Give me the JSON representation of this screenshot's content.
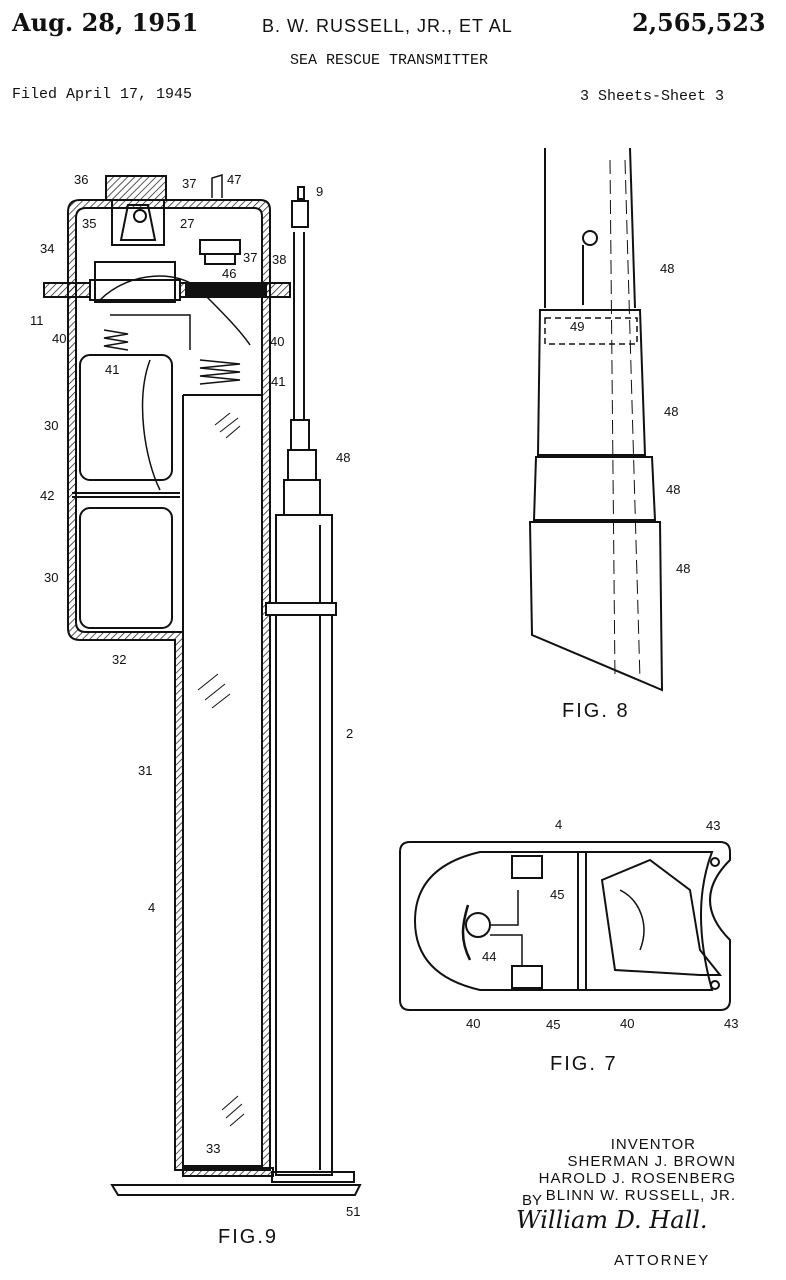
{
  "header": {
    "date": "Aug. 28, 1951",
    "inventors": "B. W. RUSSELL, JR., ET AL",
    "patent_number": "2,565,523",
    "title": "SEA RESCUE TRANSMITTER",
    "filed": "Filed April 17, 1945",
    "sheets": "3 Sheets-Sheet 3"
  },
  "figures": {
    "fig9": {
      "caption": "FIG.9",
      "labels": [
        "36",
        "37",
        "47",
        "9",
        "35",
        "27",
        "34",
        "37",
        "46",
        "38",
        "11",
        "40",
        "40",
        "41",
        "41",
        "30",
        "42",
        "48",
        "30",
        "32",
        "2",
        "31",
        "4",
        "33",
        "51"
      ]
    },
    "fig8": {
      "caption": "FIG. 8",
      "labels": [
        "48",
        "49",
        "48",
        "48",
        "48"
      ]
    },
    "fig7": {
      "caption": "FIG. 7",
      "labels": [
        "4",
        "43",
        "45",
        "44",
        "40",
        "45",
        "40",
        "43"
      ]
    }
  },
  "signature_block": {
    "inventor_heading": "INVENTOR",
    "names": [
      "SHERMAN J. BROWN",
      "HAROLD J. ROSENBERG",
      "BLINN W. RUSSELL, JR."
    ],
    "by": "BY",
    "signature": "William D. Hall.",
    "attorney": "ATTORNEY"
  }
}
